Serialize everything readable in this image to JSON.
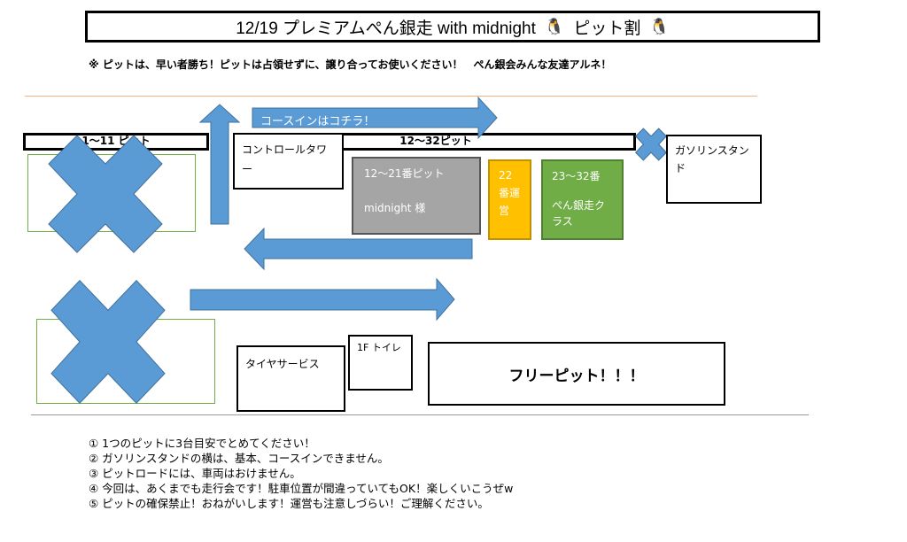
{
  "title": {
    "text": "12/19 プレミアムぺん銀走 with midnight",
    "suffix": "ピット割",
    "icon": "penguin-icon"
  },
  "note": "※ ピットは、早い者勝ち！ピットは占領せずに、譲り合ってお使いください！　ぺん銀会みんな友達アルネ！",
  "map": {
    "band_left": "1～11 ピット",
    "band_right": "12～32ピット",
    "course_in": "コースインはコチラ！",
    "control_tower": "コントロールタワー",
    "gas_station": "ガソリンスタンド",
    "pit_gray": {
      "line1": "12～21番ピット",
      "line2": "midnight 様",
      "color": "#a5a5a5"
    },
    "pit_yellow": {
      "text": "22番運営",
      "color": "#ffc000"
    },
    "pit_green": {
      "line1": "23～32番",
      "line2": "ぺん銀走クラス",
      "color": "#70ad47"
    },
    "tire_service": "タイヤサービス",
    "toilet": "1F トイレ",
    "free_pit": "フリーピット！！！",
    "arrow_color": "#5b9bd5"
  },
  "rules": [
    "① 1つのピットに3台目安でとめてください！",
    "② ガソリンスタンドの横は、基本、コースインできません。",
    "③ ピットロードには、車両はおけません。",
    "④ 今回は、あくまでも走行会です！駐車位置が間違っていてもOK！楽しくいこうぜw",
    "⑤ ピットの確保禁止！おねがいします！運営も注意しづらい！ご理解ください。"
  ]
}
